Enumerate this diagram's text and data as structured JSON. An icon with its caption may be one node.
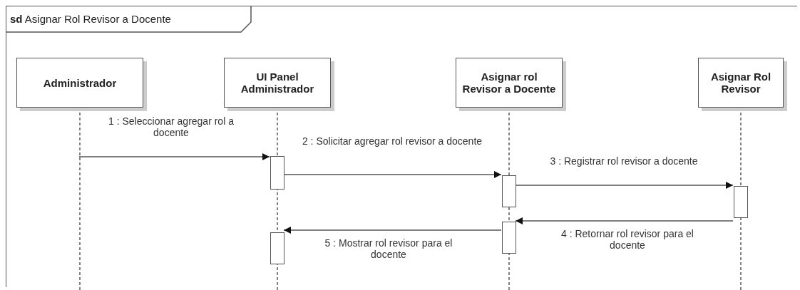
{
  "diagram": {
    "nodes": [
      {
        "text": [
          "**sd** Asignar Rol Revisor a Docente"
        ]
      },
      {
        "text": [
          "Administrador"
        ],
        "in": 0
      },
      {
        "text": [
          "UI Panel Administrador"
        ],
        "in": 0
      },
      {
        "text": [
          "Asignar rol Revisor a Docente"
        ],
        "in": 0
      },
      {
        "text": [
          "Asignar Rol Revisor"
        ],
        "in": 0
      },
      {
        "text": [],
        "shape": "bar",
        "in": 0
      },
      {
        "text": [],
        "shape": "bar",
        "in": 0
      },
      {
        "text": [],
        "shape": "bar",
        "in": 0
      },
      {
        "text": [],
        "shape": "bar",
        "in": 0
      },
      {
        "text": [],
        "shape": "bar",
        "in": 0
      }
    ],
    "edges": [
      {
        "from": 1,
        "to": 5,
        "arrow": "to",
        "label": "1 : Seleccionar agregar rol a docente"
      },
      {
        "from": 5,
        "to": 6,
        "arrow": "to",
        "label": "2 : Solicitar agregar rol revisor a docente"
      },
      {
        "from": 6,
        "to": 7,
        "arrow": "to",
        "label": "3 : Registrar rol revisor a docente"
      },
      {
        "from": 7,
        "to": 8,
        "arrow": "to",
        "label": "4 : Retornar rol revisor para el docente"
      },
      {
        "from": 8,
        "to": 9,
        "arrow": "to",
        "label": "5 : Mostrar rol revisor para el docente"
      }
    ]
  }
}
